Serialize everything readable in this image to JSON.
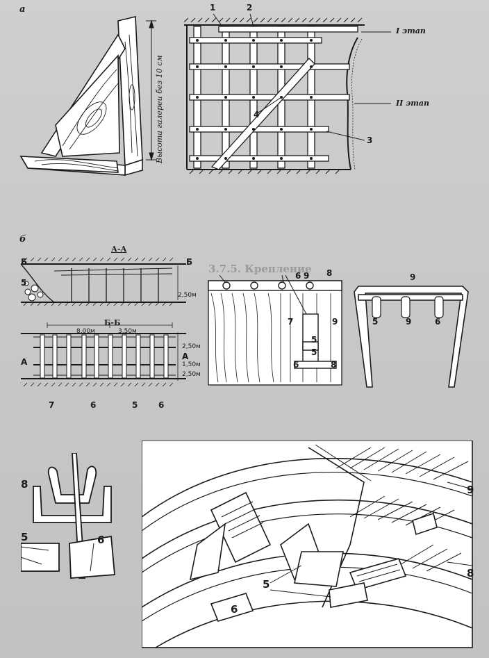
{
  "labels": {
    "fig_a": "а",
    "fig_b": "б",
    "stage_1": "I этап",
    "stage_2": "II этап",
    "gallery_height": "Высота галереи без 10 см",
    "section_aa": "А-А",
    "section_bb": "Б-Б",
    "mark_b_left": "Б",
    "mark_b_right": "Б",
    "mark_a_left": "А",
    "mark_a_right": "А",
    "dim_8m": "8,00м",
    "dim_250_top": "2,50м",
    "dim_250_mid": "2,50м",
    "dim_150": "1,50м",
    "dim_250_bot": "2,50м",
    "dim_350": "3,50м",
    "heading": "3.7.5. Крепление"
  },
  "callouts": {
    "n1": "1",
    "n2": "2",
    "n3": "3",
    "n4": "4",
    "n5a": "5",
    "n7": "7",
    "n6a": "6",
    "n5b": "5",
    "n6b": "6",
    "n6c": "6",
    "n9a": "9",
    "n8a": "8",
    "n7b": "7",
    "n5c": "5",
    "n9b": "9",
    "n5d": "5",
    "n6d": "6",
    "n8b": "8",
    "n9c": "9",
    "n5e": "5",
    "n9d": "9",
    "n6e": "6",
    "n8c": "8",
    "n5f": "5",
    "n6f": "6",
    "n9e": "9",
    "n8d": "8",
    "n5g": "5",
    "n6g": "6"
  },
  "colors": {
    "ink": "#1a1a1a",
    "paper": "#c9c9c9",
    "fill": "#ffffff"
  }
}
